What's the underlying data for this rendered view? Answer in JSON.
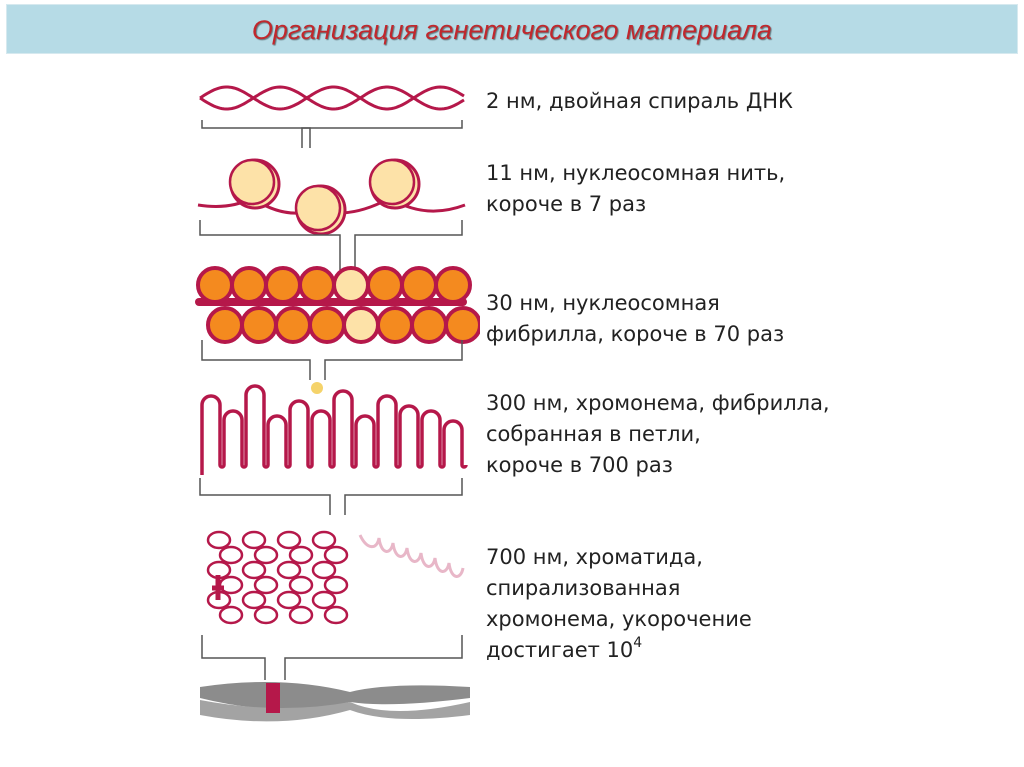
{
  "title": "Организация генетического материала",
  "colors": {
    "accent": "#c0282d",
    "dna": "#b5184a",
    "nucleosome_core": "#fde2a8",
    "fibril_core": "#f48a1f",
    "title_bg": "#b6dbe6",
    "chromosome": "#8c8c8c"
  },
  "levels": [
    {
      "lines": [
        "2 нм, двойная спираль ДНК"
      ]
    },
    {
      "lines": [
        "11 нм, нуклеосомная нить,",
        "короче в 7 раз"
      ]
    },
    {
      "lines": [
        "30 нм, нуклеосомная",
        "фибрилла, короче в 70 раз"
      ]
    },
    {
      "lines": [
        "300 нм, хромонема, фибрилла,",
        "собранная в петли,",
        "короче в 700 раз"
      ]
    },
    {
      "lines": [
        "700 нм, хроматида,",
        "спирализованная",
        "хромонема, укорочение",
        "достигает 10"
      ],
      "sup": "4"
    }
  ]
}
